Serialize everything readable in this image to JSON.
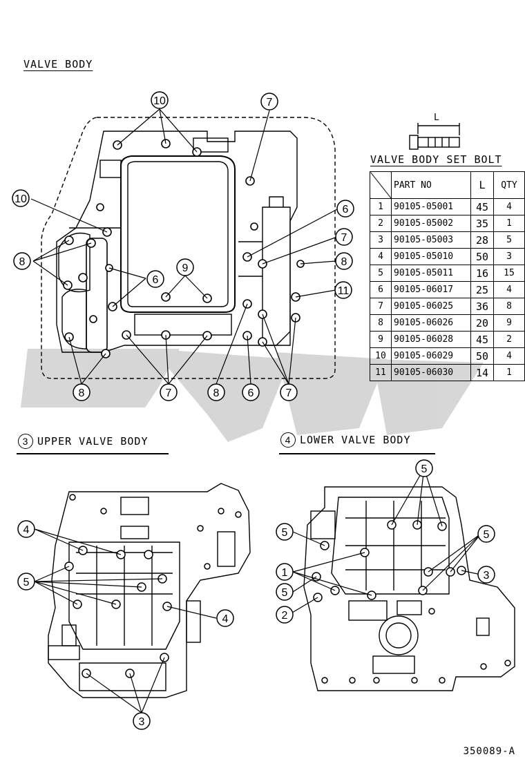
{
  "titles": {
    "main": "VALVE BODY",
    "upper_num": "3",
    "upper": "UPPER VALVE BODY",
    "lower_num": "4",
    "lower": "LOWER VALVE BODY"
  },
  "bolt_table": {
    "title": "VALVE BODY SET BOLT",
    "bolt_dim_label": "L",
    "headers": {
      "part": "PART NO",
      "length": "L",
      "qty": "QTY"
    },
    "rows": [
      {
        "no": "1",
        "part": "90105-05001",
        "length": "45",
        "qty": "4"
      },
      {
        "no": "2",
        "part": "90105-05002",
        "length": "35",
        "qty": "1"
      },
      {
        "no": "3",
        "part": "90105-05003",
        "length": "28",
        "qty": "5"
      },
      {
        "no": "4",
        "part": "90105-05010",
        "length": "50",
        "qty": "3"
      },
      {
        "no": "5",
        "part": "90105-05011",
        "length": "16",
        "qty": "15"
      },
      {
        "no": "6",
        "part": "90105-06017",
        "length": "25",
        "qty": "4"
      },
      {
        "no": "7",
        "part": "90105-06025",
        "length": "36",
        "qty": "8"
      },
      {
        "no": "8",
        "part": "90105-06026",
        "length": "20",
        "qty": "9"
      },
      {
        "no": "9",
        "part": "90105-06028",
        "length": "45",
        "qty": "2"
      },
      {
        "no": "10",
        "part": "90105-06029",
        "length": "50",
        "qty": "4"
      },
      {
        "no": "11",
        "part": "90105-06030",
        "length": "14",
        "qty": "1"
      }
    ]
  },
  "callouts": {
    "main": [
      "10",
      "7",
      "10",
      "8",
      "6",
      "9",
      "6",
      "7",
      "8",
      "11",
      "8",
      "7",
      "8",
      "6",
      "7"
    ],
    "upper": [
      "4",
      "5",
      "4",
      "3"
    ],
    "lower": [
      "5",
      "5",
      "5",
      "1",
      "3",
      "5",
      "2"
    ]
  },
  "doc_code": "350089-A"
}
